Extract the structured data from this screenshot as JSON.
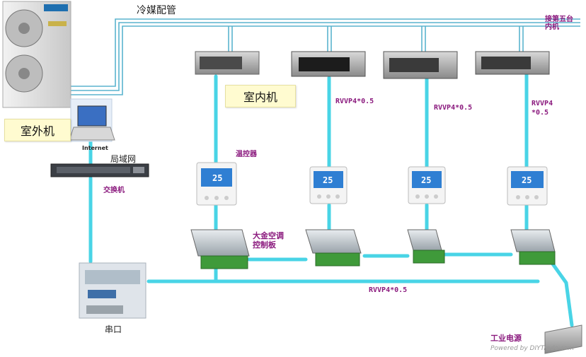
{
  "labels": {
    "refrigerant_pipe": "冷媒配管",
    "fifth_indoor": "接第五台\n内机",
    "indoor_unit": "室内机",
    "outdoor_unit": "室外机",
    "internet": "Internet",
    "lan": "局域网",
    "switch": "交换机",
    "thermostat": "温控器",
    "controller": "大金空调\n控制板",
    "cable_1": "RVVP4*0.5",
    "cable_2": "RVVP4*0.5",
    "cable_3": "RVVP4\n*0.5",
    "cable_bus": "RVVP4*0.5",
    "serial": "串口",
    "power_supply": "工业电源",
    "watermark": "Powered by DIYTrade.com"
  },
  "thermostat_display": "25",
  "colors": {
    "pipe": "#5ab4ce",
    "cable": "#49d4e6",
    "label_purple": "#8b1a7e",
    "label_box": "#fffbd0"
  }
}
